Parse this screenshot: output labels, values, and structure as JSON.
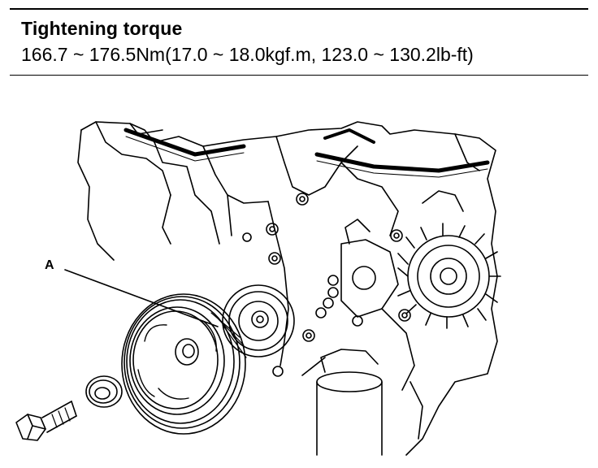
{
  "spec": {
    "title": "Tightening torque",
    "value": "166.7 ~ 176.5Nm(17.0 ~ 18.0kgf.m, 123.0 ~ 130.2lb-ft)"
  },
  "figure": {
    "callout_label": "A"
  }
}
